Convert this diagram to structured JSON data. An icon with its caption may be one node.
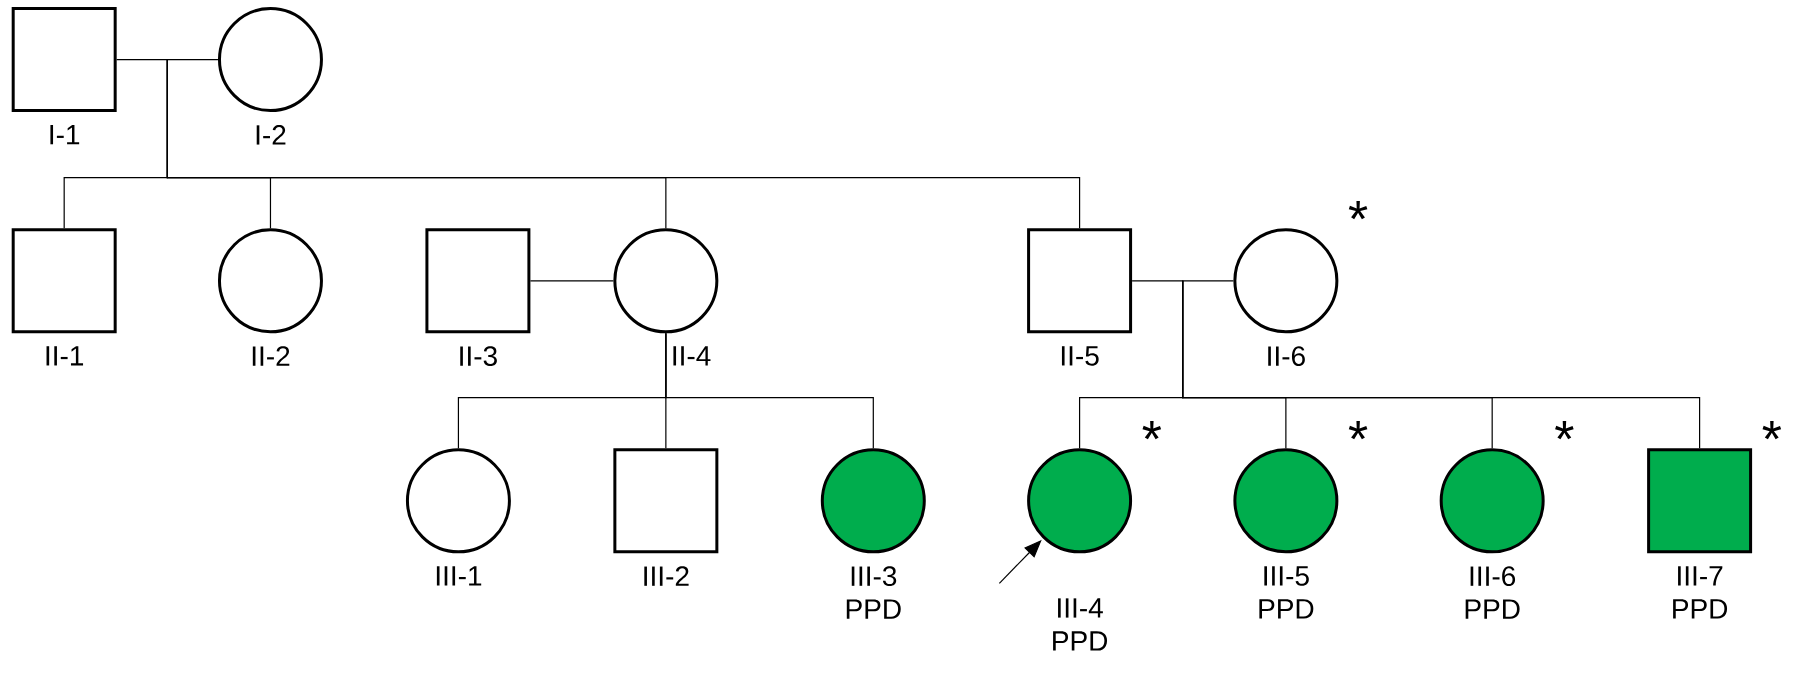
{
  "diagram": {
    "nodes": [
      {
        "text": [
          "I-1"
        ]
      },
      {
        "text": [
          "I-2"
        ]
      },
      {
        "text": [
          "II-1"
        ]
      },
      {
        "text": [
          "II-2"
        ]
      },
      {
        "text": [
          "II-3"
        ]
      },
      {
        "text": [
          "II-4"
        ]
      },
      {
        "text": [
          "II-5"
        ]
      },
      {
        "text": [
          "II-6"
        ],
        "beside": [
          "*"
        ]
      },
      {
        "text": [
          "III-1"
        ]
      },
      {
        "text": [
          "III-2"
        ]
      },
      {
        "text": [
          "III-3",
          "PPD"
        ]
      },
      {
        "text": [
          "III-4",
          "PPD"
        ],
        "beside": [
          "*"
        ]
      },
      {
        "text": [
          "III-5",
          "PPD"
        ],
        "beside": [
          "*"
        ]
      },
      {
        "text": [
          "III-6",
          "PPD"
        ],
        "beside": [
          "*"
        ]
      },
      {
        "text": [
          "III-7",
          "PPD"
        ],
        "beside": [
          "*"
        ]
      }
    ],
    "edges": [
      {
        "from": 0,
        "to": 1,
        "arrow": "none"
      },
      {
        "from": 4,
        "to": 5,
        "arrow": "none"
      },
      {
        "from": 6,
        "to": 7,
        "arrow": "none"
      },
      {
        "from": 0,
        "to": 2,
        "arrow": "none"
      },
      {
        "from": 1,
        "to": 2,
        "arrow": "none"
      },
      {
        "from": 0,
        "to": 3,
        "arrow": "none"
      },
      {
        "from": 1,
        "to": 3,
        "arrow": "none"
      },
      {
        "from": 0,
        "to": 5,
        "arrow": "none"
      },
      {
        "from": 1,
        "to": 5,
        "arrow": "none"
      },
      {
        "from": 0,
        "to": 6,
        "arrow": "none"
      },
      {
        "from": 1,
        "to": 6,
        "arrow": "none"
      },
      {
        "from": 5,
        "to": 8,
        "arrow": "none"
      },
      {
        "from": 5,
        "to": 9,
        "arrow": "none"
      },
      {
        "from": 5,
        "to": 10,
        "arrow": "none"
      },
      {
        "from": 6,
        "to": 11,
        "arrow": "none"
      },
      {
        "from": 7,
        "to": 11,
        "arrow": "none"
      },
      {
        "from": 6,
        "to": 12,
        "arrow": "none"
      },
      {
        "from": 7,
        "to": 12,
        "arrow": "none"
      },
      {
        "from": 6,
        "to": 13,
        "arrow": "none"
      },
      {
        "from": 7,
        "to": 13,
        "arrow": "none"
      },
      {
        "from": 6,
        "to": 14,
        "arrow": "none"
      },
      {
        "from": 7,
        "to": 14,
        "arrow": "none"
      },
      {
        "from": null,
        "to": 11,
        "arrow": "to"
      }
    ]
  }
}
